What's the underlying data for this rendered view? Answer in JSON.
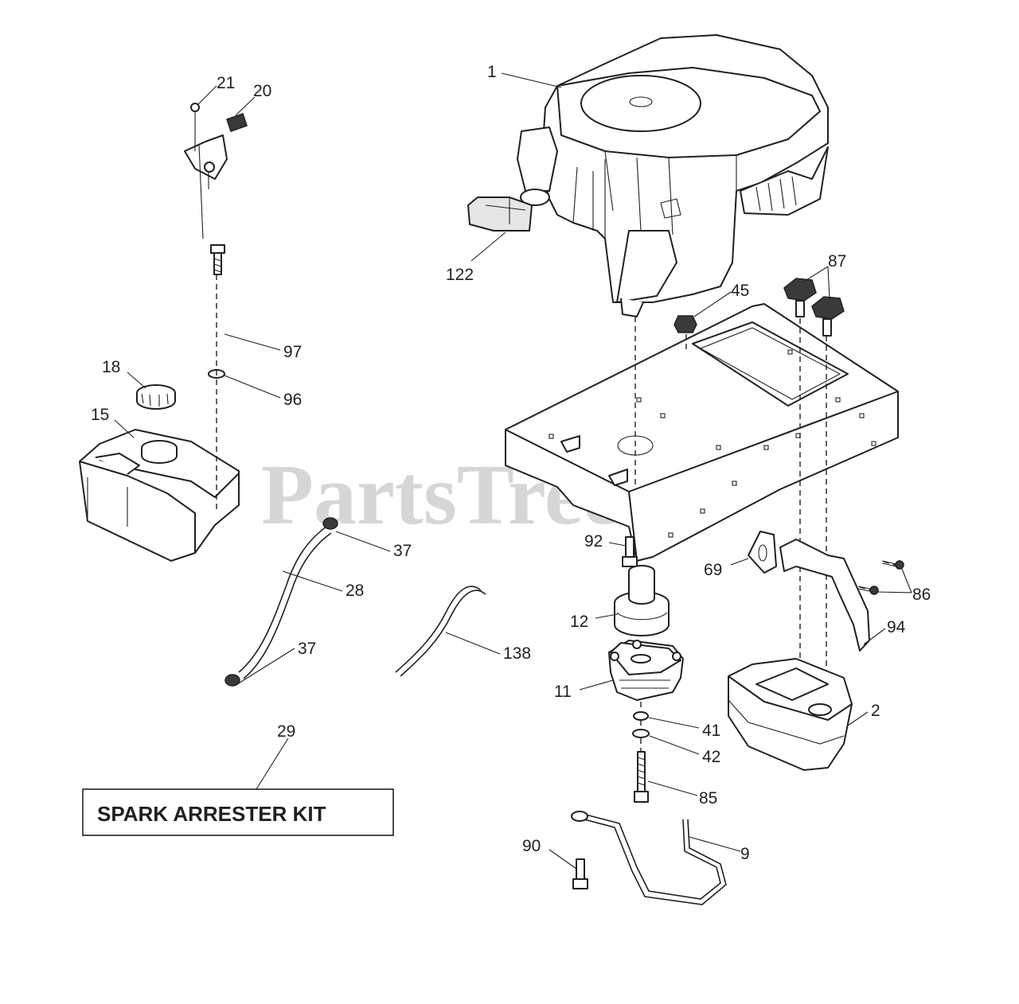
{
  "watermark": {
    "text": "PartsTree",
    "mark": "™"
  },
  "kit_label": "SPARK ARRESTER KIT",
  "callouts": {
    "c1": "1",
    "c20": "20",
    "c21": "21",
    "c122": "122",
    "c87": "87",
    "c45": "45",
    "c97": "97",
    "c96": "96",
    "c18": "18",
    "c15": "15",
    "c37a": "37",
    "c28": "28",
    "c37b": "37",
    "c138": "138",
    "c92": "92",
    "c69": "69",
    "c86": "86",
    "c12": "12",
    "c94": "94",
    "c11": "11",
    "c2": "2",
    "c41": "41",
    "c42": "42",
    "c85": "85",
    "c29": "29",
    "c90": "90",
    "c9": "9"
  }
}
